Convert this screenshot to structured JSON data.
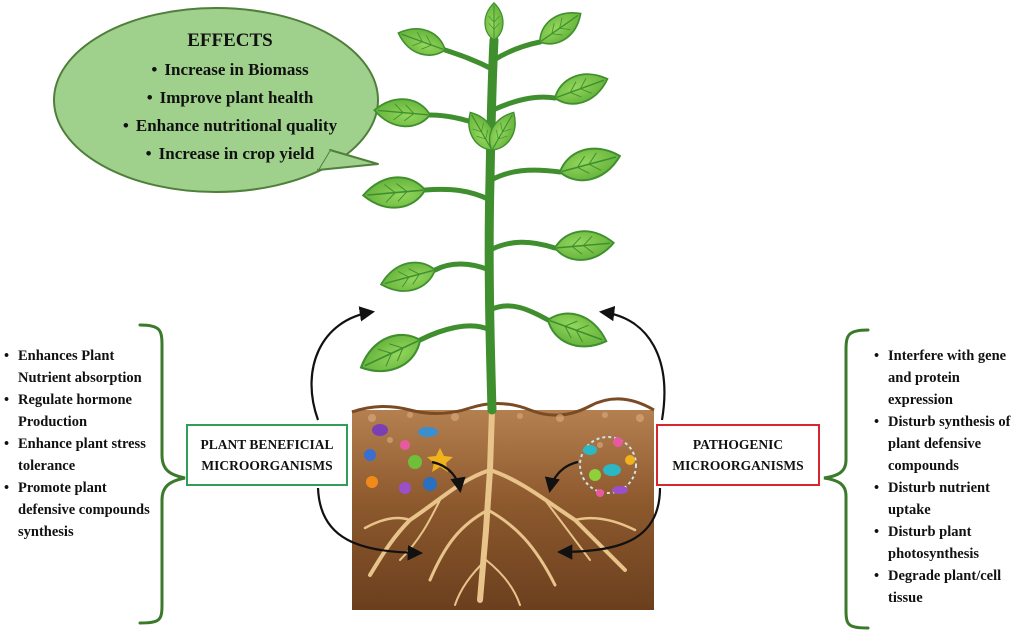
{
  "effects": {
    "title": "EFFECTS",
    "items": [
      "Increase in Biomass",
      "Improve plant health",
      "Enhance nutritional quality",
      "Increase in crop yield"
    ]
  },
  "beneficial": {
    "label_line1": "PLANT BENEFICIAL",
    "label_line2": "MICROORGANISMS",
    "box_color": "#2f9e5a",
    "effects": [
      "Enhances Plant Nutrient absorption",
      "Regulate hormone Production",
      "Enhance plant stress tolerance",
      "Promote plant defensive compounds synthesis"
    ]
  },
  "pathogenic": {
    "label_line1": "PATHOGENIC",
    "label_line2": "MICROORGANISMS",
    "box_color": "#d8262e",
    "effects": [
      "Interfere with gene and protein expression",
      "Disturb synthesis of plant defensive compounds",
      "Disturb nutrient uptake",
      "Disturb plant photosynthesis",
      "Degrade plant/cell tissue"
    ]
  },
  "colors": {
    "speech_bubble": "#9fd18c",
    "leaf": "#7cc64a",
    "stem": "#3f8f2e",
    "soil_top": "#a9743f",
    "soil_bottom": "#6b3f1e",
    "roots": "#e8c48a",
    "bracket": "#3a7a2a"
  }
}
